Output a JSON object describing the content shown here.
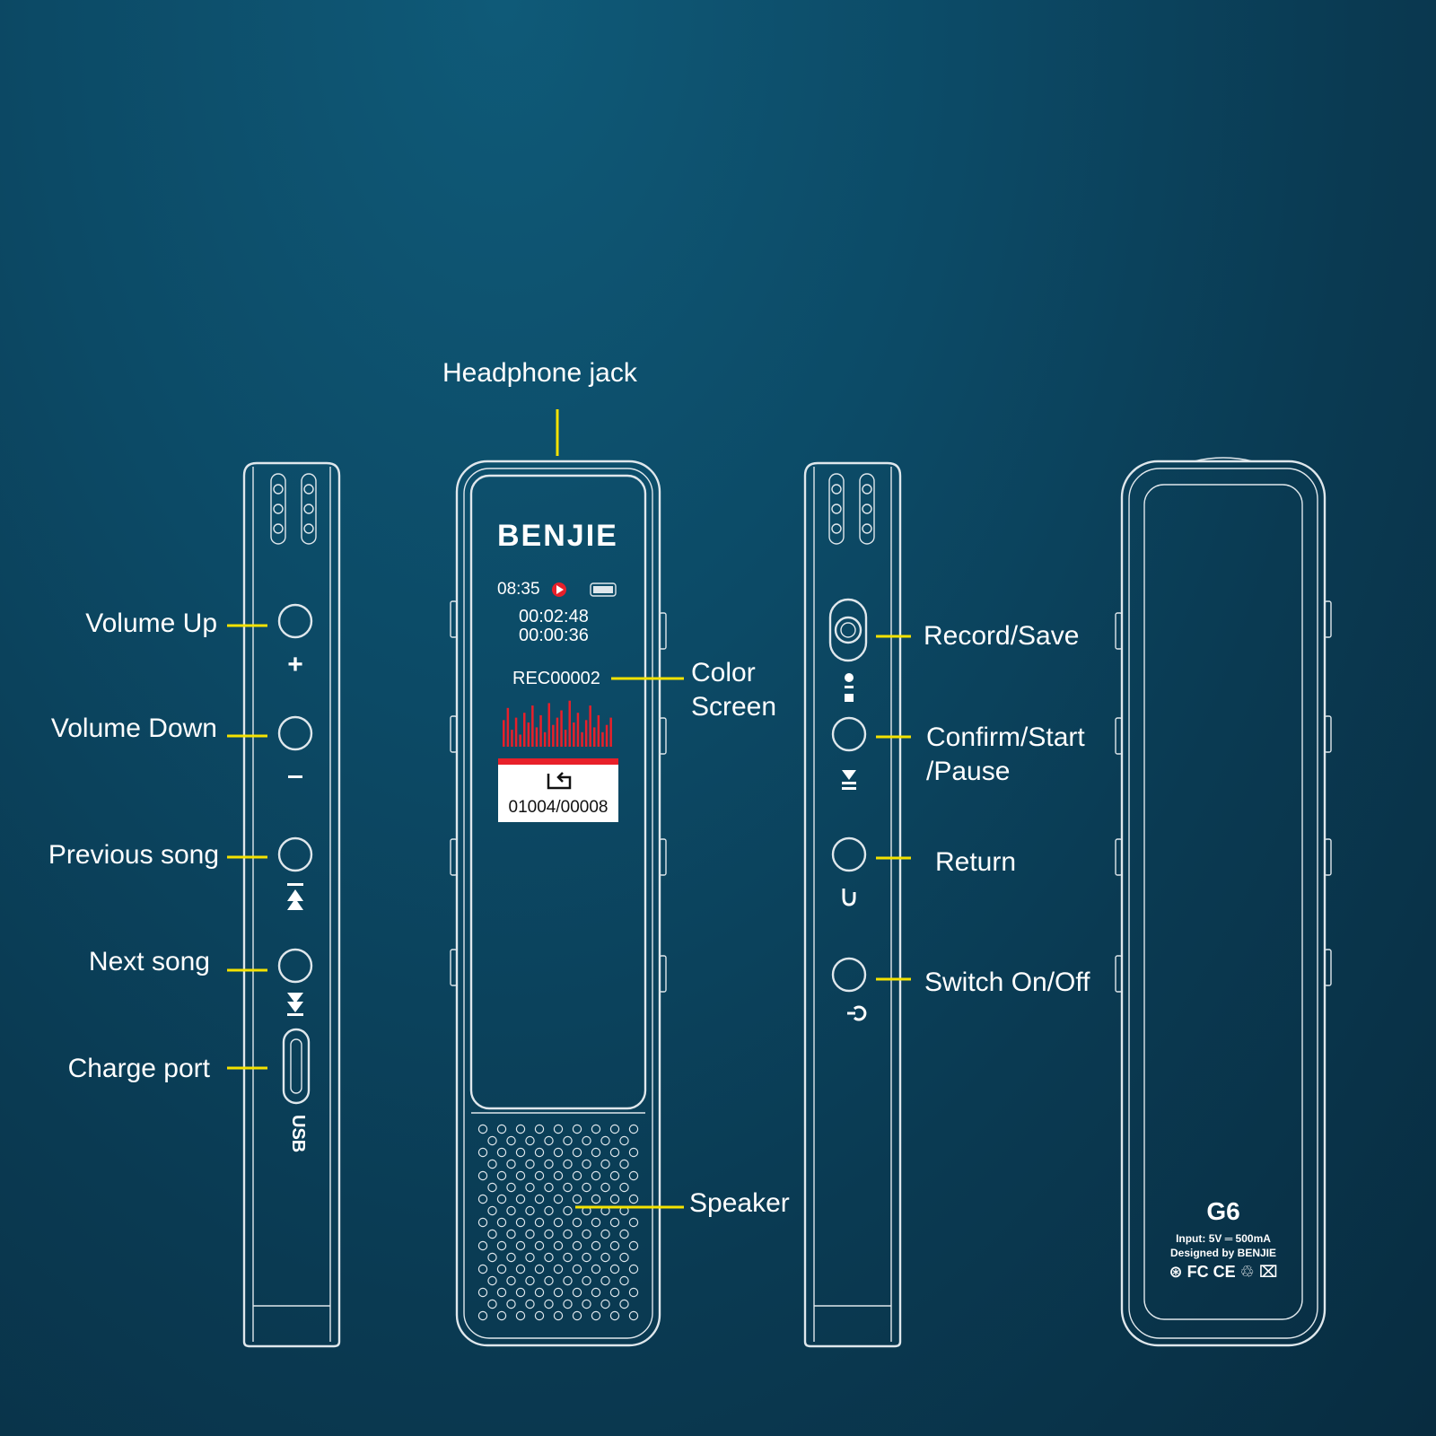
{
  "labels": {
    "headphone_jack": "Headphone jack",
    "volume_up": "Volume Up",
    "volume_down": "Volume Down",
    "previous_song": "Previous song",
    "next_song": "Next song",
    "charge_port": "Charge port",
    "color_screen_line1": "Color",
    "color_screen_line2": "Screen",
    "speaker": "Speaker",
    "record_save": "Record/Save",
    "confirm_line1": "Confirm/Start",
    "confirm_line2": "/Pause",
    "return": "Return",
    "switch_on_off": "Switch On/Off"
  },
  "device": {
    "brand": "BENJIE",
    "usb_label": "USB",
    "model": "G6",
    "input_spec": "Input: 5V ═ 500mA",
    "designed_by": "Designed by BENJIE",
    "cert_marks": "⊛ FC CE ♲ ⌧"
  },
  "screen": {
    "clock": "08:35",
    "time_total": "00:02:48",
    "time_elapsed": "00:00:36",
    "file_name": "REC00002",
    "file_counter": "01004/00008",
    "waveform_bars": [
      0.55,
      0.8,
      0.35,
      0.6,
      0.25,
      0.7,
      0.5,
      0.85,
      0.4,
      0.65,
      0.3,
      0.9,
      0.45,
      0.6,
      0.75,
      0.35,
      0.95,
      0.5,
      0.7,
      0.3,
      0.55,
      0.85,
      0.4,
      0.65,
      0.3,
      0.45,
      0.6
    ],
    "accent_red": "#e8202a"
  },
  "colors": {
    "leader_line": "#f5e200",
    "outline": "#dfe7ec",
    "text": "#ffffff"
  }
}
